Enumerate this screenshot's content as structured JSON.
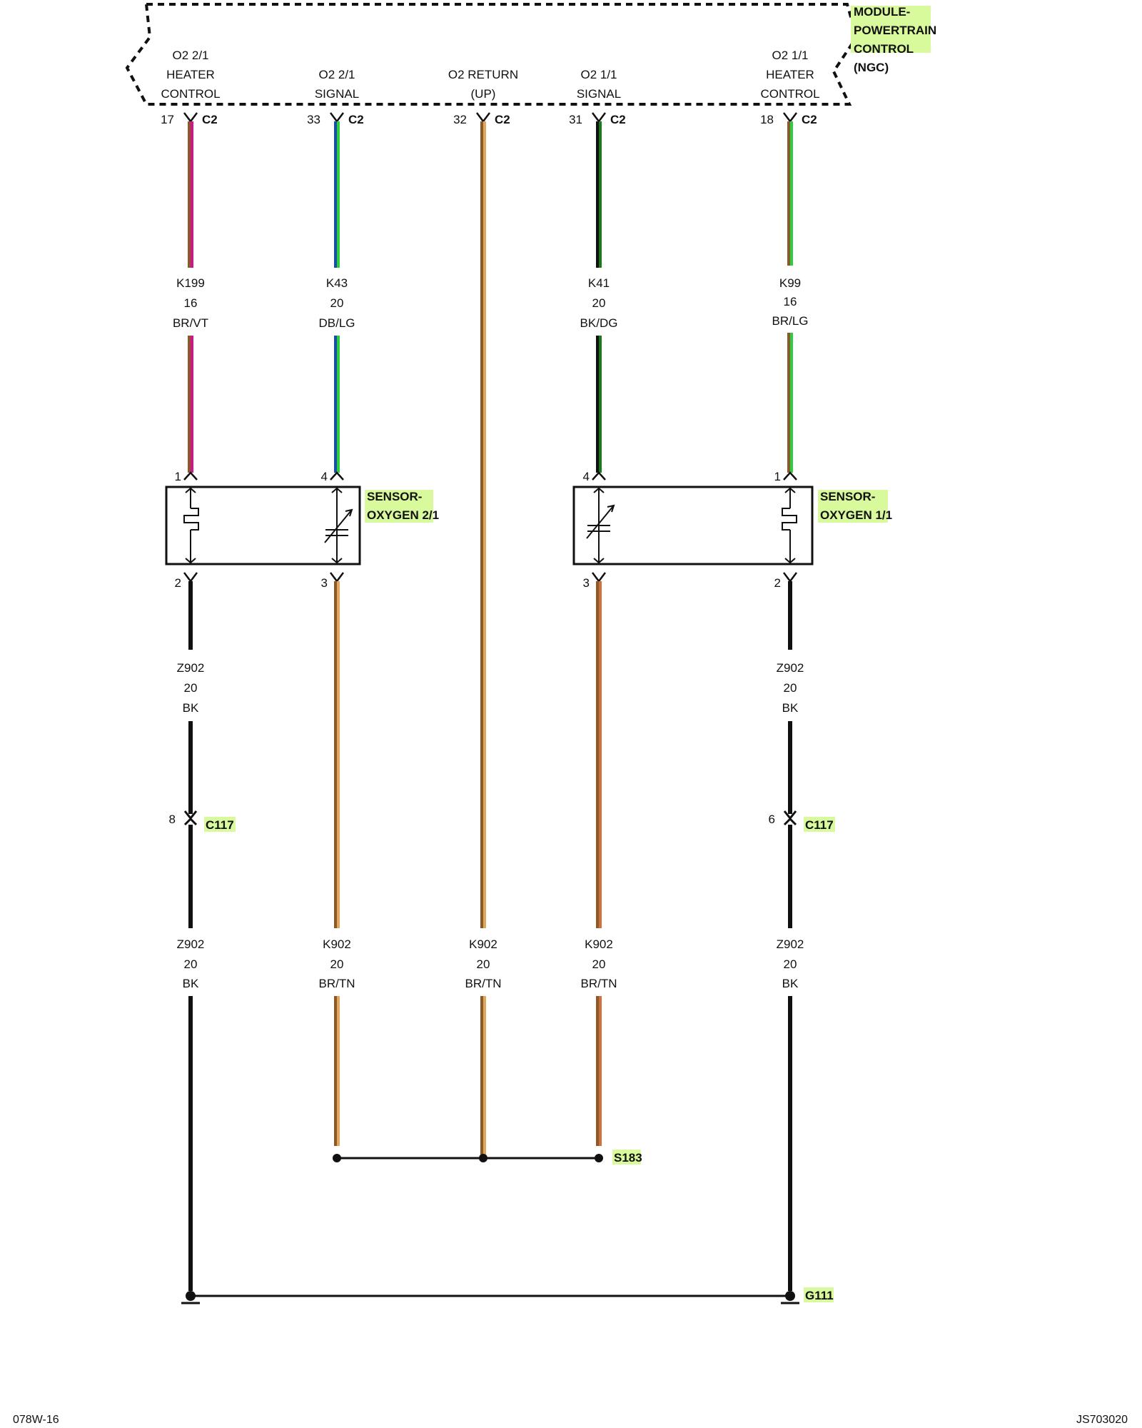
{
  "module": {
    "name_lines": [
      "MODULE-",
      "POWERTRAIN",
      "CONTROL"
    ],
    "sub": "(NGC)",
    "connector": "C2",
    "highlight": "#d9f99d"
  },
  "pins": [
    {
      "id": "o2-21-heater",
      "pin": "17",
      "func": [
        "O2 2/1",
        "HEATER",
        "CONTROL"
      ]
    },
    {
      "id": "o2-21-signal",
      "pin": "33",
      "func": [
        "O2 2/1",
        "SIGNAL"
      ]
    },
    {
      "id": "o2-return",
      "pin": "32",
      "func": [
        "O2 RETURN",
        "(UP)"
      ]
    },
    {
      "id": "o2-11-signal",
      "pin": "31",
      "func": [
        "O2 1/1",
        "SIGNAL"
      ]
    },
    {
      "id": "o2-11-heater",
      "pin": "18",
      "func": [
        "O2 1/1",
        "HEATER",
        "CONTROL"
      ]
    }
  ],
  "wire_labels_upper": [
    {
      "circuit": "K199",
      "gauge": "16",
      "color": "BR/VT"
    },
    {
      "circuit": "K43",
      "gauge": "20",
      "color": "DB/LG"
    },
    {
      "circuit": "K41",
      "gauge": "20",
      "color": "BK/DG"
    },
    {
      "circuit": "K99",
      "gauge": "16",
      "color": "BR/LG"
    }
  ],
  "sensors": [
    {
      "name_lines": [
        "SENSOR-",
        "OXYGEN 2/1"
      ],
      "pins": [
        "1",
        "4",
        "2",
        "3"
      ]
    },
    {
      "name_lines": [
        "SENSOR-",
        "OXYGEN 1/1"
      ],
      "pins": [
        "4",
        "1",
        "3",
        "2"
      ]
    }
  ],
  "wire_labels_mid": [
    {
      "circuit": "Z902",
      "gauge": "20",
      "color": "BK"
    },
    {
      "circuit": "Z902",
      "gauge": "20",
      "color": "BK"
    }
  ],
  "connector_c117": {
    "name": "C117",
    "pins": [
      "8",
      "6"
    ]
  },
  "wire_labels_lower": [
    {
      "circuit": "Z902",
      "gauge": "20",
      "color": "BK"
    },
    {
      "circuit": "K902",
      "gauge": "20",
      "color": "BR/TN"
    },
    {
      "circuit": "K902",
      "gauge": "20",
      "color": "BR/TN"
    },
    {
      "circuit": "K902",
      "gauge": "20",
      "color": "BR/TN"
    },
    {
      "circuit": "Z902",
      "gauge": "20",
      "color": "BK"
    }
  ],
  "splice": "S183",
  "ground": "G111",
  "wire_colors": {
    "brown": "#8a5a2b",
    "violet": "#d4148c",
    "light_green": "#2ecc40",
    "tan": "#e0a85c",
    "dark_green": "#1a7a1a",
    "black": "#111111"
  },
  "footer": {
    "left": "078W-16",
    "right": "JS703020"
  }
}
